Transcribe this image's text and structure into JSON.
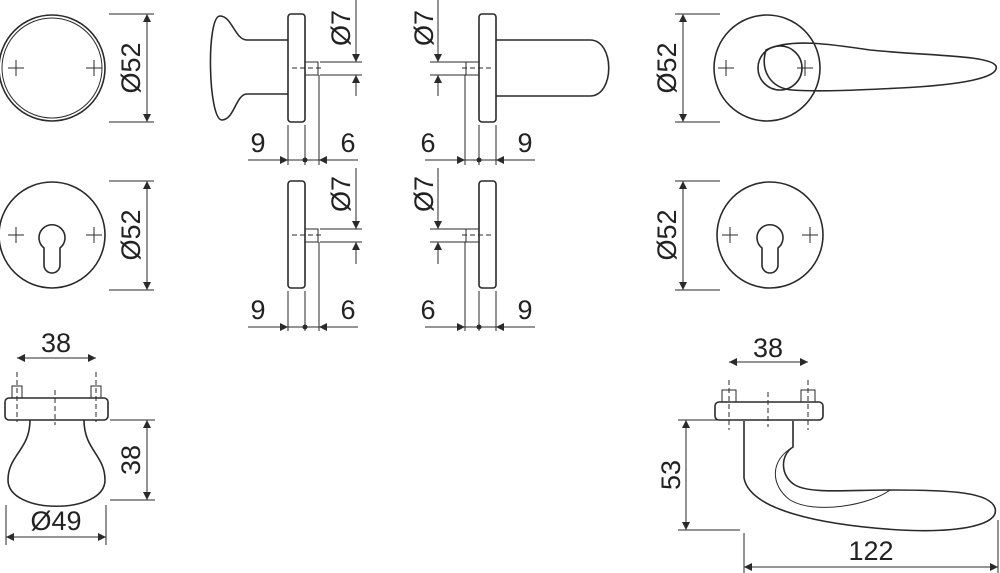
{
  "title": "Door knob and lever rosette set dimension drawing",
  "colors": {
    "line": "#2a2a2a",
    "background": "#ffffff"
  },
  "dimensions": {
    "rosette_diameter": "Ø52",
    "spindle_diameter": "Ø7",
    "offset_left": "9",
    "offset_right": "6",
    "hole_spacing": "38",
    "knob_projection": "38",
    "knob_diameter": "Ø49",
    "lever_projection": "53",
    "lever_length": "122"
  }
}
